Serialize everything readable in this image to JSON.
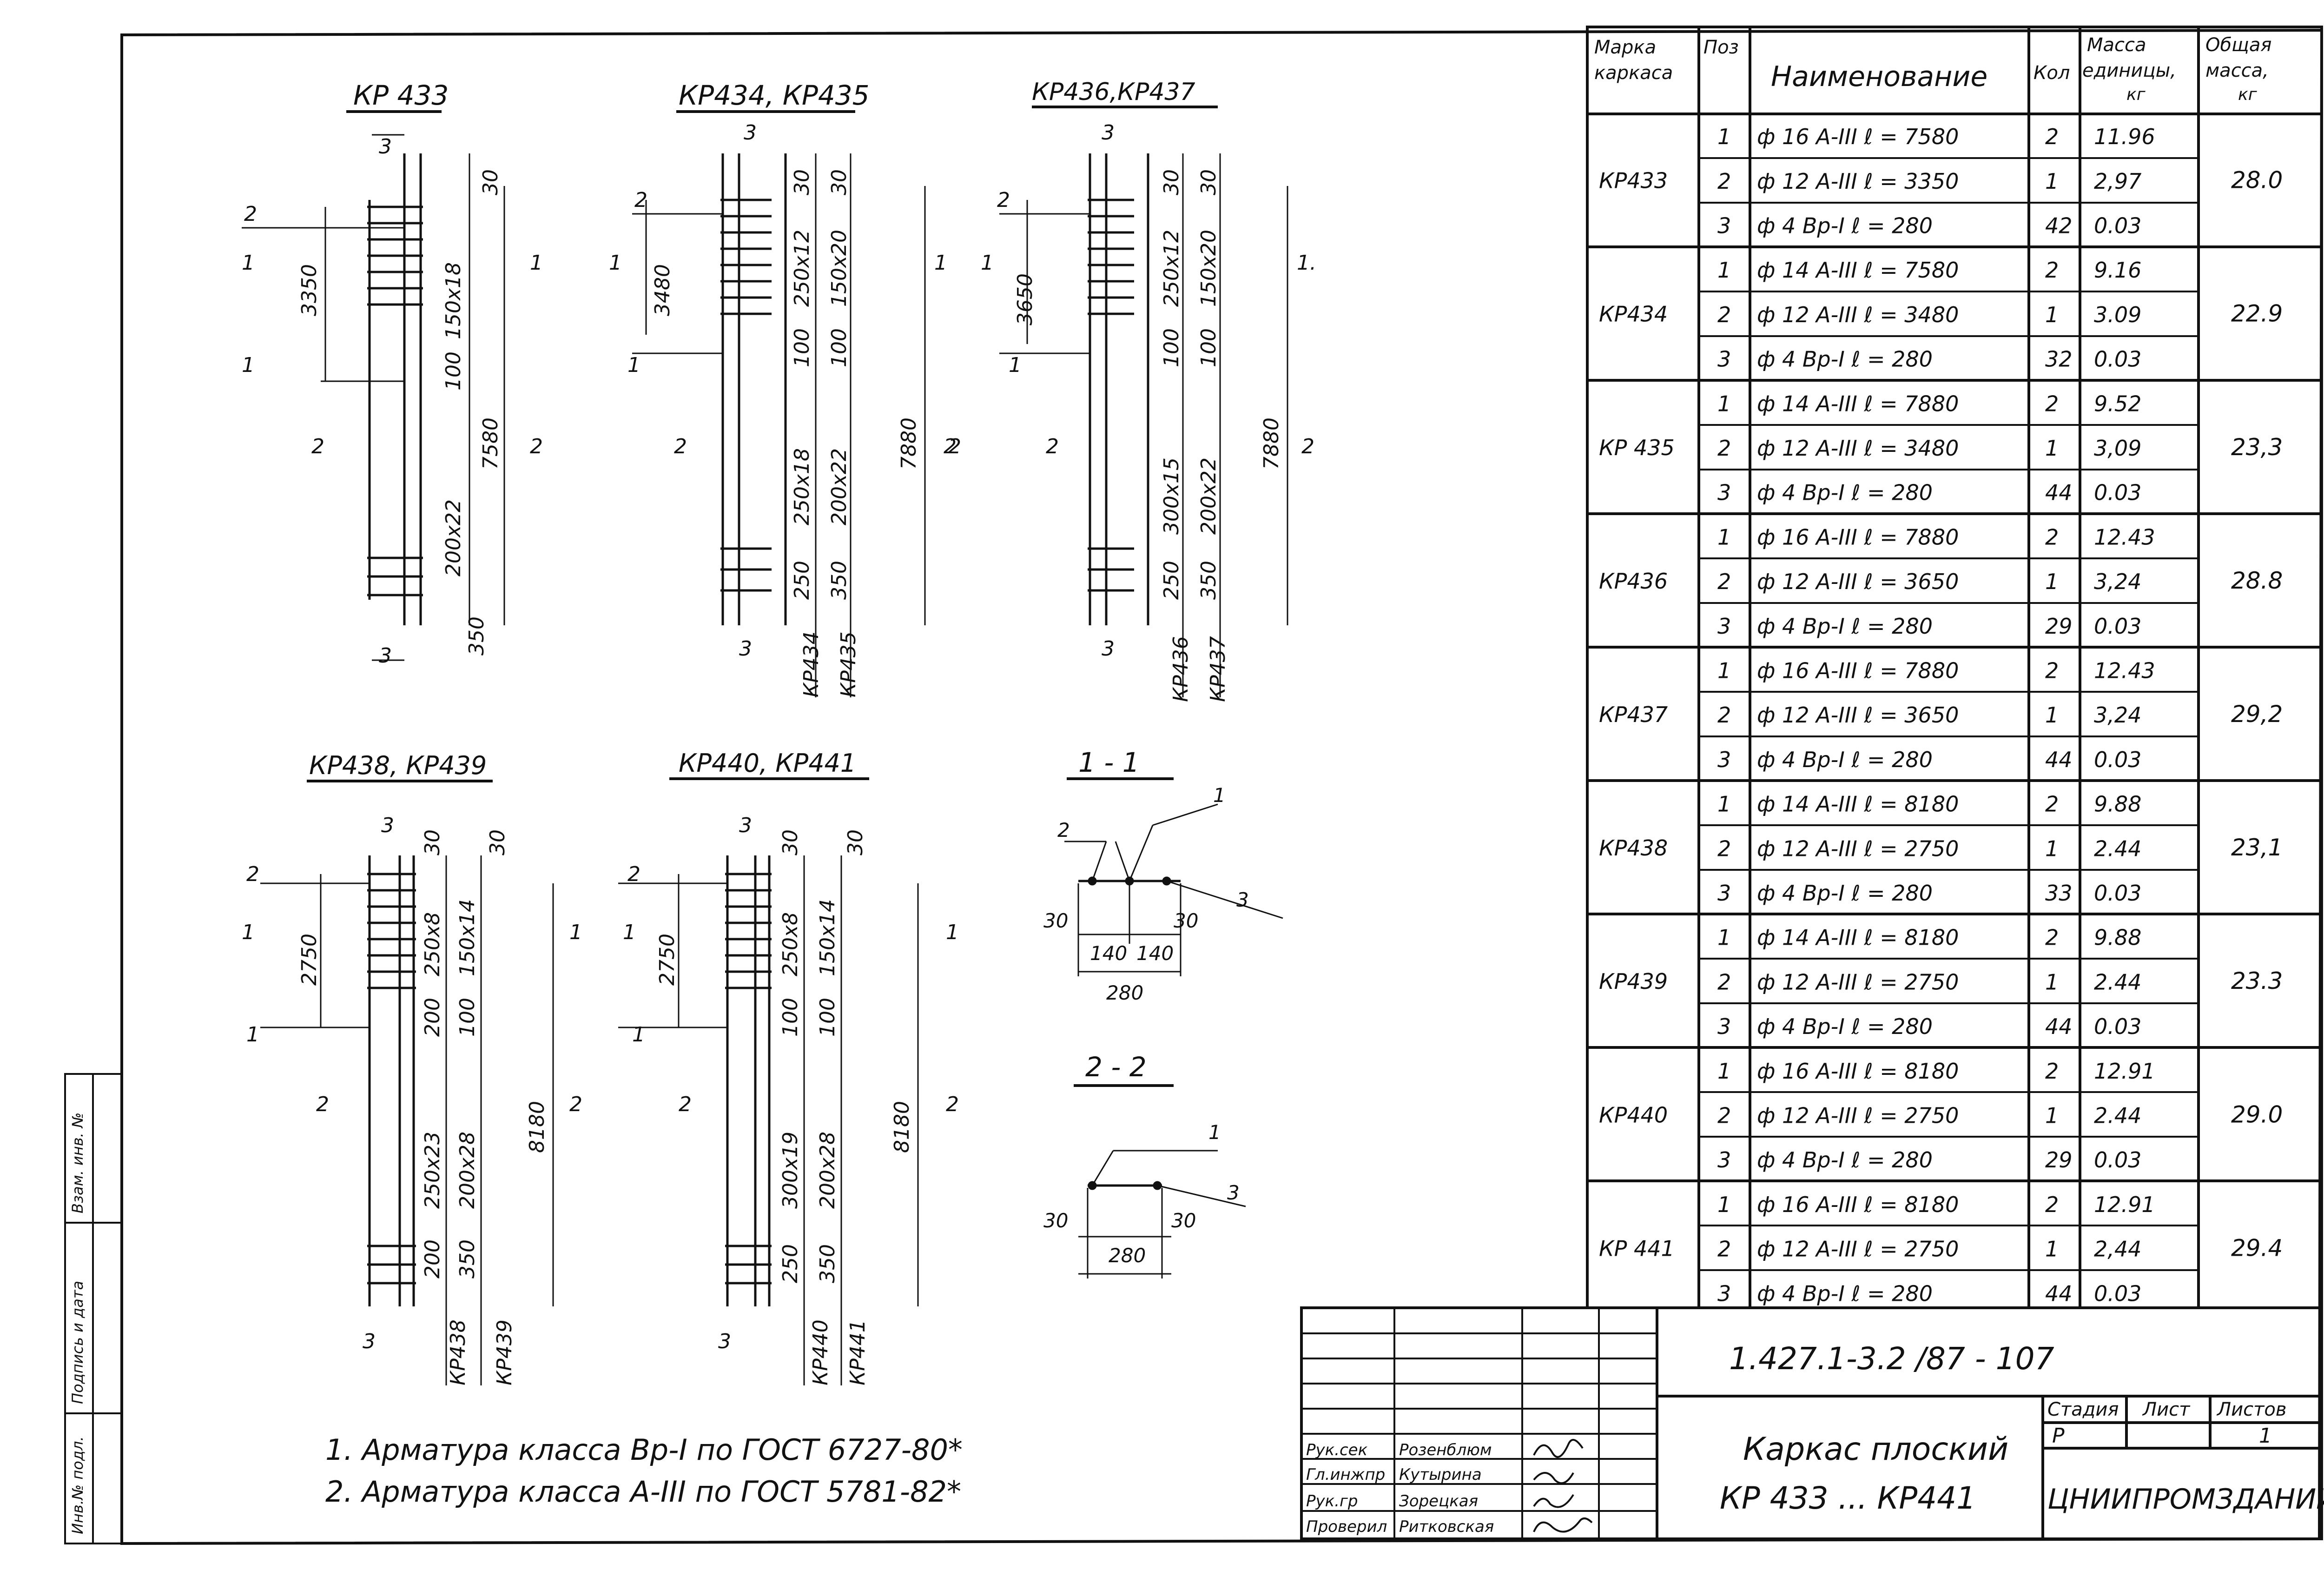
{
  "drawings": {
    "kr433": {
      "title": "КР 433",
      "dims": [
        "3350",
        "150x18",
        "100",
        "200x22",
        "7580",
        "350",
        "30"
      ],
      "pos": [
        "1",
        "2",
        "3"
      ]
    },
    "kr434_435": {
      "title": "КР434, КР435",
      "dims": [
        "3480",
        "250x12",
        "150x20",
        "100",
        "100",
        "250x18",
        "200x22",
        "7880",
        "250",
        "350",
        "30",
        "30"
      ],
      "marks": [
        "КР434",
        "КР435"
      ]
    },
    "kr436_437": {
      "title": "КР436,КР437",
      "dims": [
        "3650",
        "250x12",
        "150x20",
        "100",
        "100",
        "300x15",
        "200x22",
        "7880",
        "250",
        "350",
        "30",
        "30"
      ],
      "marks": [
        "КР436",
        "КР437"
      ]
    },
    "kr438_439": {
      "title": "КР438, КР439",
      "dims": [
        "2750",
        "250x8",
        "150x14",
        "200",
        "100",
        "250x23",
        "200x28",
        "8180",
        "200",
        "350",
        "30",
        "30"
      ],
      "marks": [
        "КР438",
        "КР439"
      ]
    },
    "kr440_441": {
      "title": "КР440, КР441",
      "dims": [
        "2750",
        "250x8",
        "150x14",
        "100",
        "100",
        "300x19",
        "200x28",
        "8180",
        "250",
        "350",
        "30",
        "30"
      ],
      "marks": [
        "КР440",
        "КР441"
      ]
    },
    "section11": {
      "title": "1 - 1",
      "dims": [
        "30",
        "140",
        "140",
        "30",
        "280"
      ],
      "pos": [
        "1",
        "2",
        "3"
      ]
    },
    "section22": {
      "title": "2 - 2",
      "dims": [
        "30",
        "30",
        "280"
      ],
      "pos": [
        "1",
        "3"
      ]
    }
  },
  "notes": [
    "1. Арматура класса Вр-I по ГОСТ 6727-80*",
    "2. Арматура класса А-III по ГОСТ 5781-82*"
  ],
  "table": {
    "headers": [
      "Марка каркаса",
      "Поз",
      "Наименование",
      "Кол",
      "Масса единицы, кг",
      "Общая масса, кг"
    ],
    "groups": [
      {
        "mark": "КР433",
        "total": "28.0",
        "rows": [
          [
            "1",
            "ф 16 A-III  ℓ = 7580",
            "2",
            "11.96"
          ],
          [
            "2",
            "ф 12 A-III  ℓ = 3350",
            "1",
            "2,97"
          ],
          [
            "3",
            "ф 4 Вр-I  ℓ = 280",
            "42",
            "0.03"
          ]
        ]
      },
      {
        "mark": "КР434",
        "total": "22.9",
        "rows": [
          [
            "1",
            "ф 14 A-III  ℓ = 7580",
            "2",
            "9.16"
          ],
          [
            "2",
            "ф 12 A-III  ℓ = 3480",
            "1",
            "3.09"
          ],
          [
            "3",
            "ф 4 Вр-I  ℓ = 280",
            "32",
            "0.03"
          ]
        ]
      },
      {
        "mark": "КР 435",
        "total": "23,3",
        "rows": [
          [
            "1",
            "ф 14 A-III  ℓ = 7880",
            "2",
            "9.52"
          ],
          [
            "2",
            "ф 12 A-III  ℓ = 3480",
            "1",
            "3,09"
          ],
          [
            "3",
            "ф 4 Вр-I  ℓ = 280",
            "44",
            "0.03"
          ]
        ]
      },
      {
        "mark": "КР436",
        "total": "28.8",
        "rows": [
          [
            "1",
            "ф 16 A-III  ℓ = 7880",
            "2",
            "12.43"
          ],
          [
            "2",
            "ф 12 A-III  ℓ = 3650",
            "1",
            "3,24"
          ],
          [
            "3",
            "ф 4 Вр-I  ℓ = 280",
            "29",
            "0.03"
          ]
        ]
      },
      {
        "mark": "КР437",
        "total": "29,2",
        "rows": [
          [
            "1",
            "ф 16 A-III  ℓ = 7880",
            "2",
            "12.43"
          ],
          [
            "2",
            "ф 12 A-III  ℓ = 3650",
            "1",
            "3,24"
          ],
          [
            "3",
            "ф 4 Вр-I  ℓ = 280",
            "44",
            "0.03"
          ]
        ]
      },
      {
        "mark": "КР438",
        "total": "23,1",
        "rows": [
          [
            "1",
            "ф 14 A-III  ℓ = 8180",
            "2",
            "9.88"
          ],
          [
            "2",
            "ф 12 A-III  ℓ = 2750",
            "1",
            "2.44"
          ],
          [
            "3",
            "ф 4 Вр-I  ℓ = 280",
            "33",
            "0.03"
          ]
        ]
      },
      {
        "mark": "КР439",
        "total": "23.3",
        "rows": [
          [
            "1",
            "ф 14 A-III  ℓ = 8180",
            "2",
            "9.88"
          ],
          [
            "2",
            "ф 12 A-III  ℓ = 2750",
            "1",
            "2.44"
          ],
          [
            "3",
            "ф 4 Вр-I  ℓ = 280",
            "44",
            "0.03"
          ]
        ]
      },
      {
        "mark": "КР440",
        "total": "29.0",
        "rows": [
          [
            "1",
            "ф 16 A-III  ℓ = 8180",
            "2",
            "12.91"
          ],
          [
            "2",
            "ф 12 A-III  ℓ = 2750",
            "1",
            "2.44"
          ],
          [
            "3",
            "ф 4 Вр-I  ℓ = 280",
            "29",
            "0.03"
          ]
        ]
      },
      {
        "mark": "КР 441",
        "total": "29.4",
        "rows": [
          [
            "1",
            "ф 16 A-III  ℓ = 8180",
            "2",
            "12.91"
          ],
          [
            "2",
            "ф 12 A-III  ℓ = 2750",
            "1",
            "2,44"
          ],
          [
            "3",
            "ф 4 Вр-I  ℓ = 280",
            "44",
            "0.03"
          ]
        ]
      }
    ]
  },
  "titleblock": {
    "doc_number": "1.427.1-3.2 /87 - 107",
    "title_line1": "Каркас плоский",
    "title_line2": "КР 433 ... КР441",
    "org": "ЦНИИПРОМЗДАНИЙ",
    "stage_label": "Стадия",
    "sheet_label": "Лист",
    "sheets_label": "Листов",
    "stage": "Р",
    "sheets": "1",
    "signers": [
      {
        "role": "Рук.сек",
        "name": "Розенблюм"
      },
      {
        "role": "Гл.инжпр",
        "name": "Кутырина"
      },
      {
        "role": "Рук.гр",
        "name": "Зорецкая"
      },
      {
        "role": "Проверил",
        "name": "Ритковская"
      }
    ]
  },
  "side_stamp": [
    "Инв.№ подл.",
    "Подпись и дата",
    "Взам. инв. №"
  ]
}
